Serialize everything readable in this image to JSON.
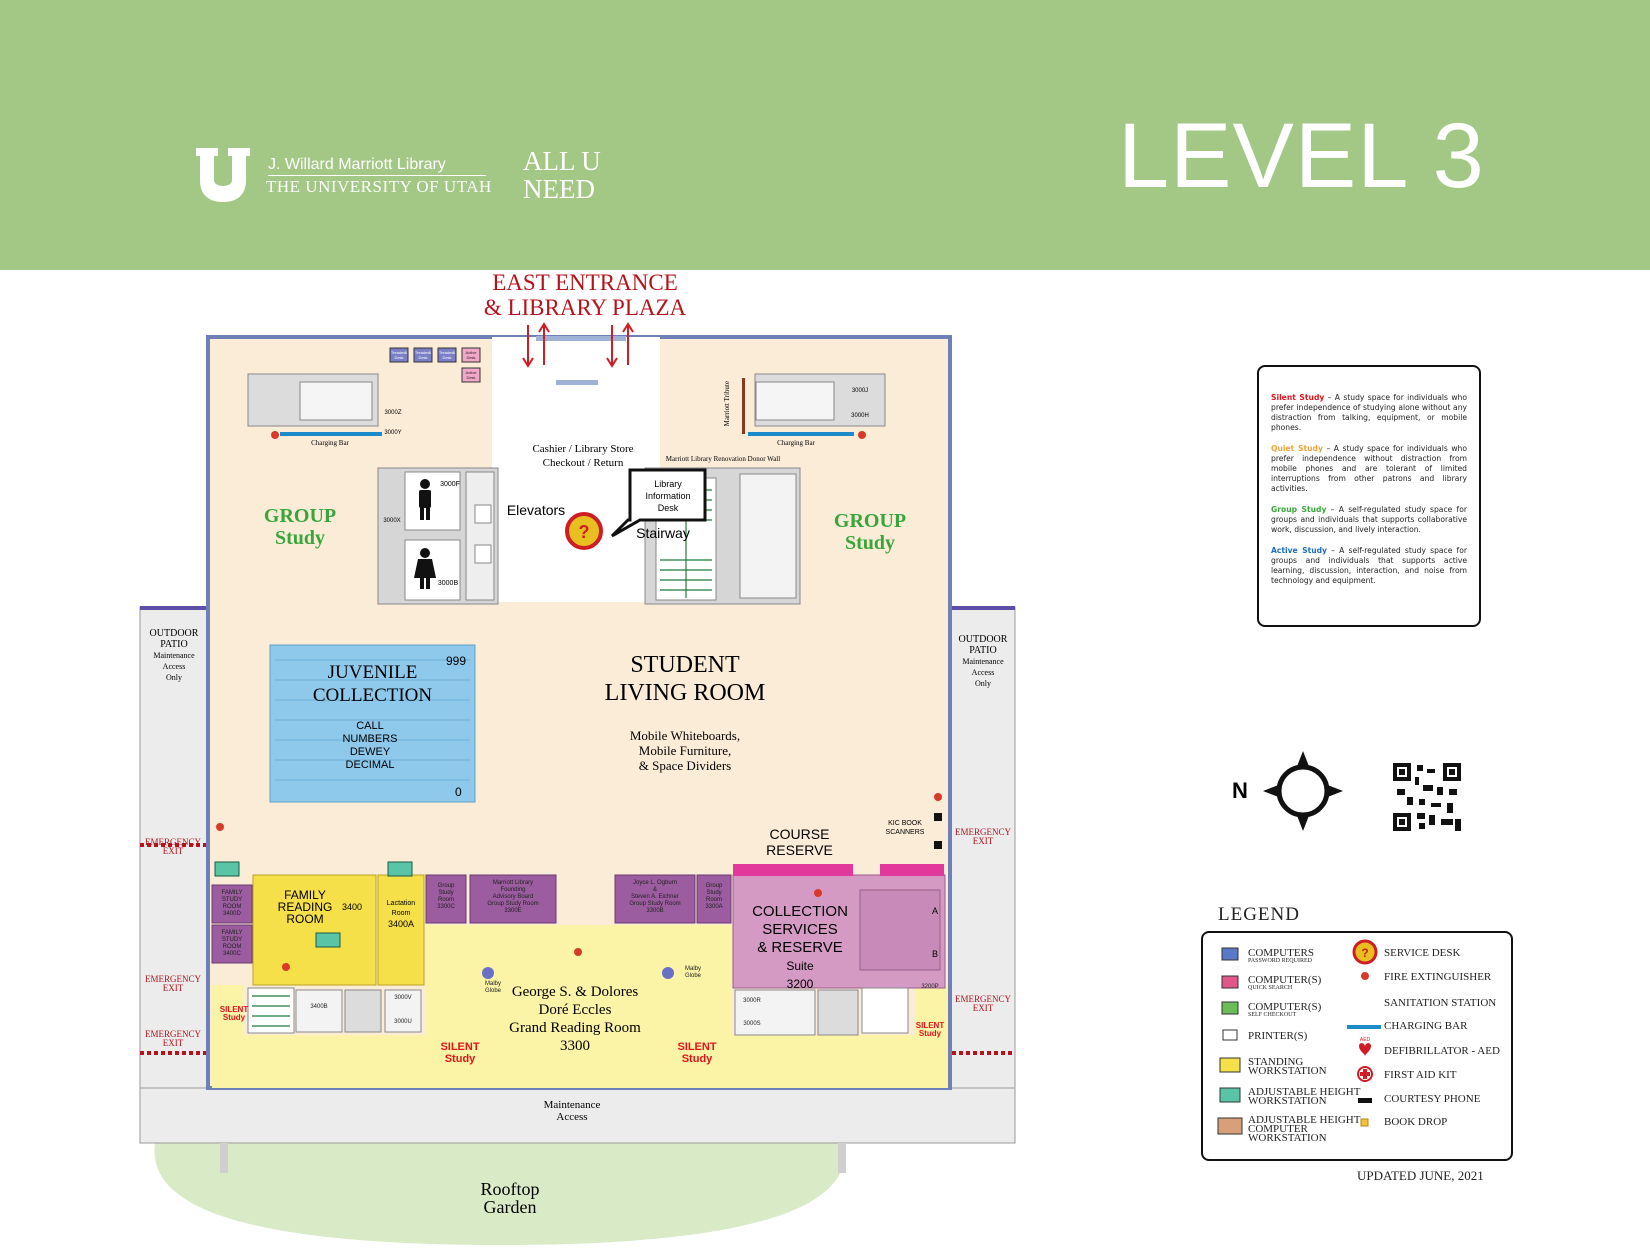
{
  "header": {
    "library_name": "J. Willard Marriott Library",
    "university": "THE UNIVERSITY OF UTAH",
    "tagline_line1": "ALL U",
    "tagline_line2": "NEED",
    "level_title": "LEVEL 3",
    "background_color": "#a3c785"
  },
  "entrance": {
    "line1": "EAST ENTRANCE",
    "line2": "& LIBRARY PLAZA"
  },
  "zones": {
    "group_study_left_1": "GROUP",
    "group_study_left_2": "Study",
    "group_study_right_1": "GROUP",
    "group_study_right_2": "Study",
    "juvenile_1": "JUVENILE",
    "juvenile_2": "COLLECTION",
    "juvenile_call": [
      "CALL",
      "NUMBERS",
      "DEWEY",
      "DECIMAL"
    ],
    "juvenile_high": "999",
    "juvenile_low": "0",
    "student_1": "STUDENT",
    "student_2": "LIVING ROOM",
    "student_sub": [
      "Mobile Whiteboards,",
      "Mobile Furniture,",
      "& Space Dividers"
    ],
    "elevators": "Elevators",
    "stairway": "Stairway",
    "cashier_1": "Cashier / Library Store",
    "cashier_2": "Checkout / Return",
    "info_desk": [
      "Library",
      "Information",
      "Desk"
    ],
    "donor_wall": "Marriott Library Renovation Donor Wall",
    "tribute": "Marriott Tribute",
    "charging_bar": "Charging Bar",
    "course_reserve": [
      "COURSE",
      "RESERVE"
    ],
    "kic": [
      "KIC BOOK",
      "SCANNERS"
    ],
    "collection_services": [
      "COLLECTION",
      "SERVICES",
      "& RESERVE"
    ],
    "suite": "Suite",
    "suite_no": "3200",
    "family_reading": [
      "FAMILY",
      "READING",
      "ROOM"
    ],
    "family_no": "3400",
    "lactation": [
      "Lactation",
      "Room"
    ],
    "lactation_no": "3400A",
    "grand_reading": [
      "George S. & Dolores",
      "Doré Eccles",
      "Grand Reading Room"
    ],
    "grand_no": "3300",
    "silent": "SILENT",
    "study": "Study",
    "outdoor_patio": [
      "OUTDOOR",
      "PATIO",
      "Maintenance",
      "Access",
      "Only"
    ],
    "emergency": [
      "EMERGENCY",
      "EXIT"
    ],
    "maintenance": [
      "Maintenance",
      "Access"
    ],
    "rooftop": [
      "Rooftop",
      "Garden"
    ],
    "malby_globe": [
      "Malby",
      "Globe"
    ],
    "room_3000z": "3000Z",
    "room_3000y": "3000Y",
    "room_3000j": "3000J",
    "room_3000h": "3000H",
    "room_3000f": "3000F",
    "room_3000b": "3000B",
    "room_3000x": "3000X",
    "room_3400d": [
      "FAMILY",
      "STUDY",
      "ROOM",
      "3400D"
    ],
    "room_3400c": [
      "FAMILY",
      "STUDY",
      "ROOM",
      "3400C"
    ],
    "room_3300c": [
      "Group",
      "Study",
      "Room",
      "3300C"
    ],
    "room_3300e": [
      "Marriott Library",
      "Founding",
      "Advisory Board",
      "Group Study Room",
      "3300E"
    ],
    "room_3300b": [
      "Joyce L. Ogburn",
      "&",
      "Steven A. Eichner",
      "Group Study Room",
      "3300B"
    ],
    "room_3300a": [
      "Group",
      "Study",
      "Room",
      "3300A"
    ],
    "room_3400b": "3400B",
    "room_3000v": "3000V",
    "room_3000u": "3000U",
    "room_3000r": "3000R",
    "room_3000s": "3000S",
    "room_3200p": "3200P",
    "letter_a": "A",
    "letter_b": "B",
    "desks": [
      "Treadmill Desk",
      "Treadmill Desk",
      "Treadmill Desk",
      "Active Desk"
    ],
    "active_desk": "Active Desk"
  },
  "info": {
    "silent_label": "Silent Study",
    "silent_text": " – A study space for individuals who prefer independence of studying alone without any distraction from talking, equipment, or mobile phones.",
    "quiet_label": "Quiet Study",
    "quiet_text": " – A study space for individuals who prefer independence without distraction from mobile phones and are tolerant of limited interruptions from other patrons and library activities.",
    "group_label": "Group Study",
    "group_text": " – A self-regulated study space for groups and individuals that supports collaborative work, discussion, and lively interaction.",
    "active_label": "Active Study",
    "active_text": " – A self-regulated study space for groups and individuals that supports active learning, discussion, interaction, and noise from technology and equipment."
  },
  "compass": {
    "label": "N"
  },
  "legend": {
    "title": "LEGEND",
    "computers_pw": "COMPUTERS",
    "computers_pw_sub": "PASSWORD REQUIRED",
    "computers_qs": "COMPUTER(S)",
    "computers_qs_sub": "QUICK SEARCH",
    "computers_sc": "COMPUTER(S)",
    "computers_sc_sub": "SELF CHECKOUT",
    "printers": "PRINTER(S)",
    "standing_1": "STANDING",
    "standing_2": "WORKSTATION",
    "adj_1": "ADJUSTABLE HEIGHT",
    "adj_2": "WORKSTATION",
    "adjc_1": "ADJUSTABLE HEIGHT",
    "adjc_2": "COMPUTER",
    "adjc_3": "WORKSTATION",
    "service_desk": "SERVICE DESK",
    "fire": "FIRE EXTINGUISHER",
    "sanitation": "SANITATION STATION",
    "charging": "CHARGING BAR",
    "aed": "DEFIBRILLATOR - AED",
    "aed_icon": "AED",
    "first_aid": "FIRST AID KIT",
    "courtesy": "COURTESY PHONE",
    "book_drop": "BOOK DROP"
  },
  "updated": "UPDATED JUNE, 2021",
  "colors": {
    "floor": "#fbecd7",
    "juvenile": "#8ec8ea",
    "family": "#f6e04a",
    "purple_room": "#9c5ca0",
    "collection_services": "#d49ac4",
    "grand_reading": "#fbf3a6",
    "wall": "#cfcfcf",
    "rooftop": "#d9eac7",
    "alert_red": "#b5121b",
    "charging_bar": "#1c8bc9"
  }
}
